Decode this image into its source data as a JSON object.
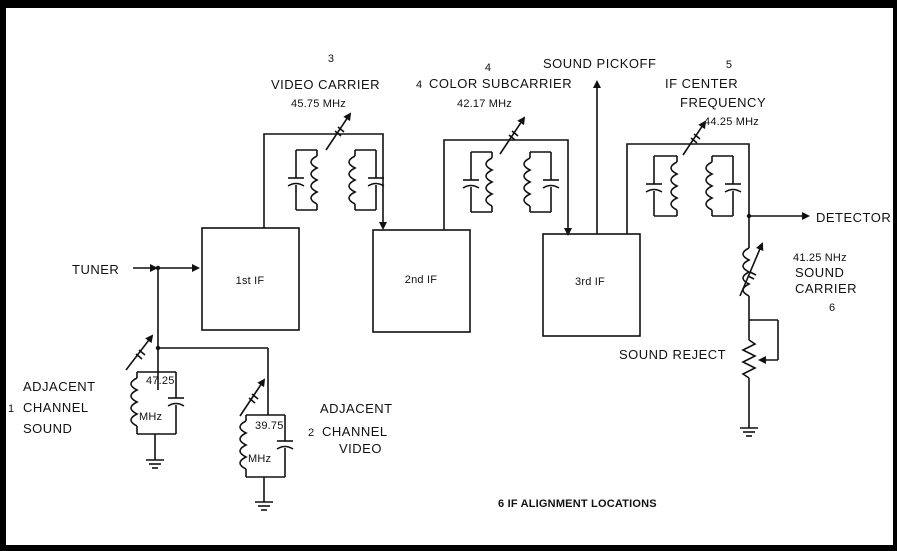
{
  "stages": {
    "if1": "1st IF",
    "if2": "2nd IF",
    "if3": "3rd IF"
  },
  "io": {
    "tuner": "TUNER",
    "detector": "DETECTOR",
    "sound_pickoff": "SOUND PICKOFF"
  },
  "alignment": {
    "p1": {
      "num": "1",
      "line1": "ADJACENT",
      "line2": "CHANNEL",
      "line3": "SOUND",
      "freq_top": "47.25",
      "freq_bottom": "MHz"
    },
    "p2": {
      "num": "2",
      "line1": "ADJACENT",
      "line2": "CHANNEL",
      "line3": "VIDEO",
      "freq_top": "39.75",
      "freq_bottom": "MHz"
    },
    "p3": {
      "num": "3",
      "label": "VIDEO CARRIER",
      "freq": "45.75 MHz"
    },
    "p4": {
      "num": "4",
      "label": "COLOR SUBCARRIER",
      "freq": "42.17 MHz"
    },
    "p5": {
      "num": "5",
      "line1": "IF CENTER",
      "line2": "FREQUENCY",
      "freq": "44.25 MHz"
    },
    "p6": {
      "num": "6",
      "freq": "41.25 NHz",
      "line1": "SOUND",
      "line2": "CARRIER"
    }
  },
  "sound_reject": "SOUND REJECT",
  "caption": "6 IF ALIGNMENT LOCATIONS"
}
